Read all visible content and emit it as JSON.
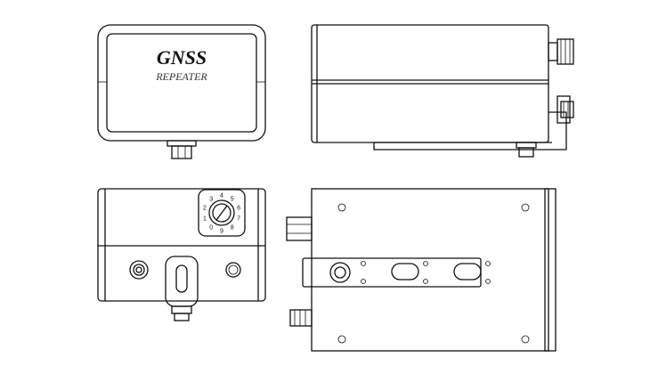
{
  "front_view": {
    "title": "GNSS",
    "subtitle": "REPEATER"
  },
  "dial": {
    "digits": [
      "0",
      "1",
      "2",
      "3",
      "4",
      "5",
      "6",
      "7",
      "8",
      "9"
    ]
  },
  "colors": {
    "line": "#111111",
    "background": "#ffffff"
  }
}
